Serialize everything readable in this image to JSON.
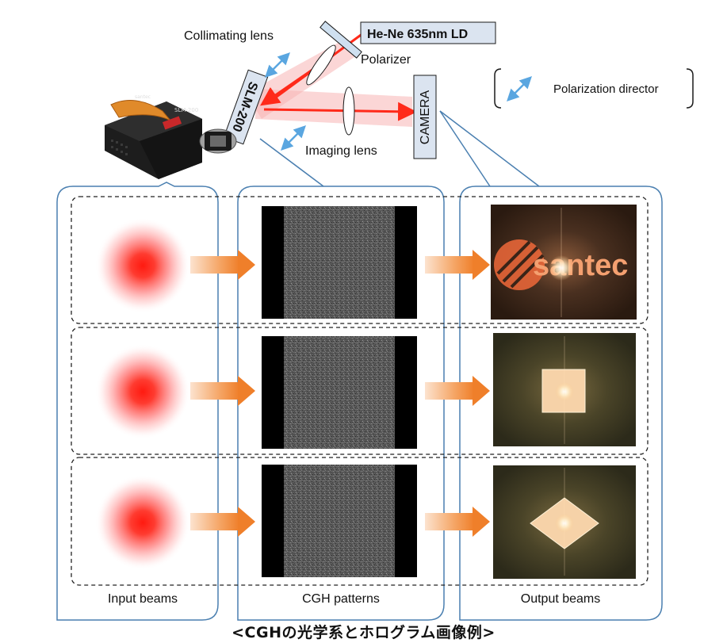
{
  "labels": {
    "laser": "He-Ne 635nm LD",
    "collimating_lens": "Collimating lens",
    "polarizer": "Polarizer",
    "slm": "SLM-200",
    "imaging_lens": "Imaging lens",
    "camera": "CAMERA",
    "polarization_director": "Polarization director",
    "device_top_label": "SLM-200",
    "device_brand": "santec"
  },
  "columns": {
    "input": "Input beams",
    "cgh": "CGH patterns",
    "output": "Output beams"
  },
  "rows": [
    {
      "output_shape": "santec-logo",
      "output_text": "santec"
    },
    {
      "output_shape": "square"
    },
    {
      "output_shape": "diamond"
    }
  ],
  "caption": "<CGHの光学系とホログラム画像例>",
  "colors": {
    "beam": "#ff2a1a",
    "beam_halo": "#f7a8a8",
    "arrow_orange": "#f0893a",
    "polarization_arrow": "#5aa6e0",
    "panel_border": "#4a7fb0",
    "label_box_fill": "#dbe4f0",
    "output_glow": "#f7b88a"
  }
}
